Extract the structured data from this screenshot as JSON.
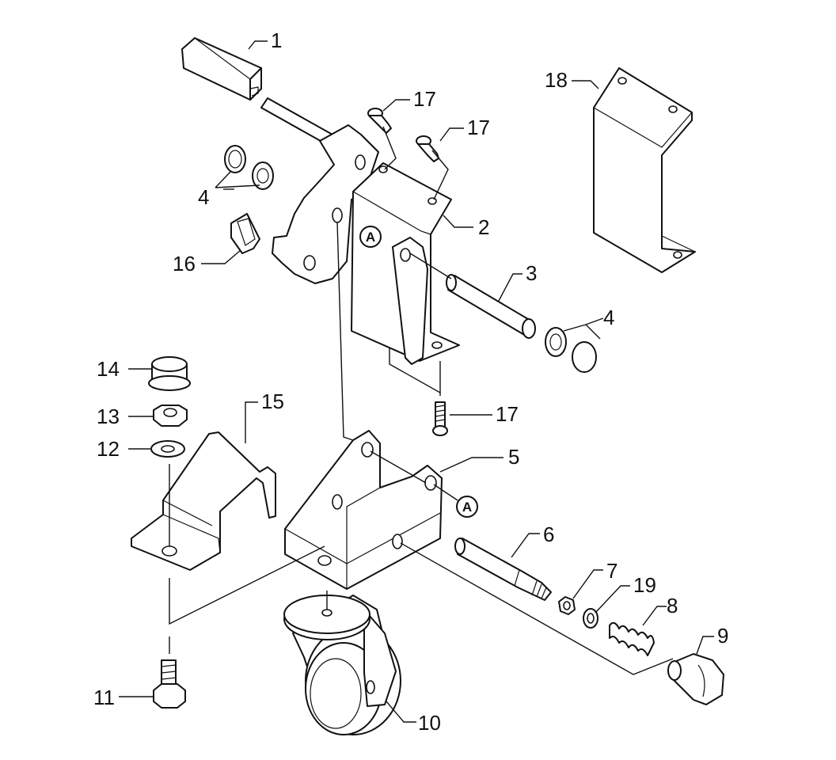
{
  "callouts": {
    "c1": "1",
    "c2": "2",
    "c3": "3",
    "c4a": "4",
    "c4b": "4",
    "c5": "5",
    "c6": "6",
    "c7": "7",
    "c8": "8",
    "c9": "9",
    "c10": "10",
    "c11": "11",
    "c12": "12",
    "c13": "13",
    "c14": "14",
    "c15": "15",
    "c16": "16",
    "c17a": "17",
    "c17b": "17",
    "c17c": "17",
    "c18": "18",
    "c19": "19"
  },
  "reference_marks": {
    "upper": "A",
    "lower": "A"
  },
  "colors": {
    "line": "#111111",
    "background": "#ffffff",
    "shading": "#e6e6e6"
  }
}
